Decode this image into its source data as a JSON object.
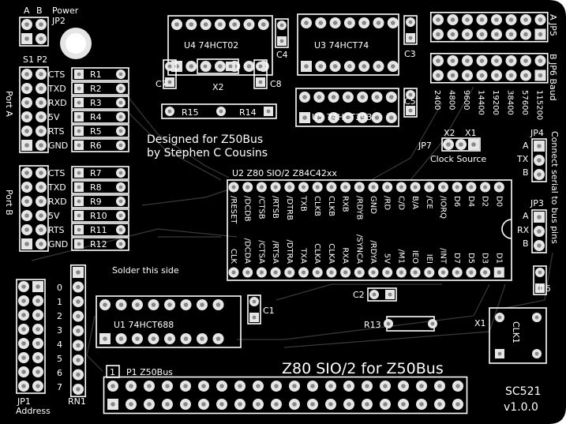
{
  "board": {
    "name": "SC521",
    "version": "v1.0.0",
    "title": "Z80 SIO/2 for Z50Bus",
    "designed_for": "Designed for Z50Bus",
    "designed_by": "by Stephen C Cousins",
    "solder_note": "Solder this side"
  },
  "power": {
    "label_a": "A",
    "label_b": "B",
    "label_power": "Power",
    "ref": "JP2"
  },
  "port_a": {
    "title": "Port A",
    "ref": "S1 P2",
    "signals": [
      "CTS",
      "TXD",
      "RXD",
      "5V",
      "RTS",
      "GND"
    ],
    "resistors": [
      "R1",
      "R2",
      "R3",
      "R4",
      "R5",
      "R6"
    ]
  },
  "port_b": {
    "title": "Port B",
    "signals": [
      "CTS",
      "TXD",
      "RXD",
      "5V",
      "RTS",
      "GND"
    ],
    "resistors": [
      "R7",
      "R8",
      "R9",
      "R10",
      "R11",
      "R12"
    ]
  },
  "chips": {
    "u4": "U4  74HCT02",
    "u3": "U3  74HCT74",
    "u5": "U5  74HCT393",
    "u1": "U1  74HCT688",
    "u2": "U2   Z80 SIO/2   Z84C42xx"
  },
  "caps": {
    "c1": "C1",
    "c2": "C2",
    "c3": "C3",
    "c4": "C4",
    "c5": "C5",
    "c6": "C6",
    "c7": "C7",
    "c8": "C8"
  },
  "misc_refs": {
    "x2": "X2",
    "r13": "R13",
    "r14": "R14",
    "r15": "R15",
    "x1": "X1",
    "clk1": "CLK1",
    "rn1": "RN1"
  },
  "baud": {
    "jp5": "A  JP5",
    "jp6": "B  JP6  Baud",
    "rates": [
      "2400",
      "4800",
      "9600",
      "14400",
      "19200",
      "38400",
      "57600",
      "115200"
    ]
  },
  "clock_source": {
    "ref": "JP7",
    "x2": "X2",
    "x1": "X1",
    "label": "Clock Source"
  },
  "connect": {
    "label": "Connect serial to bus pins",
    "jp4": {
      "ref": "JP4",
      "pins": [
        "A",
        "TX",
        "B"
      ]
    },
    "jp3": {
      "ref": "JP3",
      "pins": [
        "A",
        "RX",
        "B"
      ]
    }
  },
  "u2_pins": {
    "top": [
      "/RESET",
      "/DCDB",
      "/CTSB",
      "/RTSB",
      "/DTRB",
      "TXB",
      "CLKB",
      "CLKB",
      "RXB",
      "/RDYB",
      "GND",
      "/RD",
      "C/D",
      "B/A",
      "/CE",
      "/IORQ",
      "D6",
      "D4",
      "D2",
      "D0"
    ],
    "bottom": [
      "CLK",
      "/DCDA",
      "/CTSA",
      "/RTSA",
      "/DTRA",
      "TXA",
      "CLKA",
      "CLKA",
      "RXA",
      "/SYNCA",
      "/RDYA",
      "5V",
      "/M1",
      "IEO",
      "IEI",
      "/INT",
      "D7",
      "D5",
      "D3",
      "D1"
    ]
  },
  "address": {
    "ref": "JP1",
    "label": "Address",
    "bits": [
      "0",
      "1",
      "2",
      "3",
      "4",
      "5",
      "6",
      "7"
    ]
  },
  "bus": {
    "pin1": "1",
    "ref": "P1  Z50Bus"
  }
}
